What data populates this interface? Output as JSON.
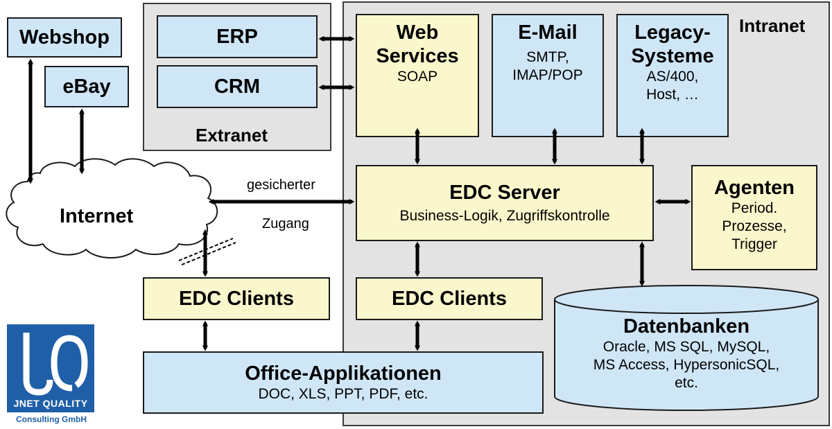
{
  "regions": {
    "extranet_label": "Extranet",
    "intranet_label": "Intranet"
  },
  "nodes": {
    "webshop": "Webshop",
    "ebay": "eBay",
    "erp": "ERP",
    "crm": "CRM",
    "web_services": {
      "title_1": "Web",
      "title_2": "Services",
      "sub": "SOAP"
    },
    "email": {
      "title": "E-Mail",
      "sub_1": "SMTP,",
      "sub_2": "IMAP/POP"
    },
    "legacy": {
      "title_1": "Legacy-",
      "title_2": "Systeme",
      "sub_1": "AS/400,",
      "sub_2": "Host, …"
    },
    "internet": "Internet",
    "edc_server": {
      "title": "EDC Server",
      "sub": "Business-Logik, Zugriffskontrolle"
    },
    "agenten": {
      "title": "Agenten",
      "sub_1": "Period.",
      "sub_2": "Prozesse,",
      "sub_3": "Trigger"
    },
    "edc_clients_left": "EDC Clients",
    "edc_clients_right": "EDC Clients",
    "datenbanken": {
      "title": "Datenbanken",
      "sub_1": "Oracle, MS SQL, MySQL,",
      "sub_2": "MS Access, HypersonicSQL,",
      "sub_3": "etc."
    },
    "office": {
      "title": "Office-Applikationen",
      "sub": "DOC, XLS, PPT, PDF, etc."
    }
  },
  "connection_labels": {
    "secure_top": "gesicherter",
    "secure_bottom": "Zugang"
  },
  "logo": {
    "name": "JNET QUALITY",
    "sub": "Consulting GmbH"
  }
}
